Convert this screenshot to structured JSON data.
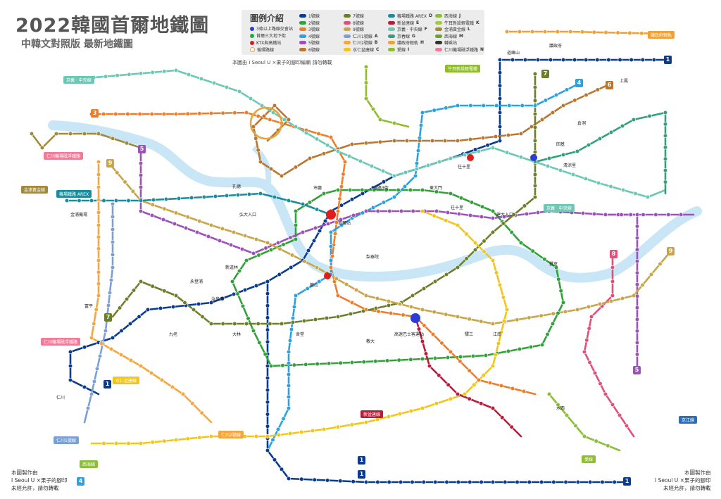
{
  "header": {
    "title": "2022韓國首爾地鐵圖",
    "subtitle": "中韓文對照版 最新地鐵圖",
    "credit_center": "本圖由 I Seoul U ×果子的腳印編輯 請勿轉載",
    "credit_left": [
      "本圖製作由",
      "I Seoul U ×果子的腳印",
      "未經允許，請勿轉載"
    ],
    "credit_right": [
      "本圖製作由",
      "I Seoul U ×果子的腳印",
      "未經允許，請勿轉載"
    ]
  },
  "legend": {
    "title": "圖例介紹",
    "symbols": [
      {
        "label": "3條以上路線交會站",
        "kind": "dot",
        "color": "#2b3bd6"
      },
      {
        "label": "首爾三大地下街",
        "kind": "dot",
        "color": "#16b04a"
      },
      {
        "label": "KTX與高鐵站",
        "kind": "dot",
        "color": "#e21b1b"
      },
      {
        "label": "循環路線",
        "kind": "ring",
        "color": "#e8a33a"
      }
    ],
    "lines": [
      {
        "label": "1號線",
        "color": "#0a3b8c"
      },
      {
        "label": "2號線",
        "color": "#33a13b"
      },
      {
        "label": "3號線",
        "color": "#ee7d29"
      },
      {
        "label": "4號線",
        "color": "#2aa2e0"
      },
      {
        "label": "5號線",
        "color": "#9b52b8"
      },
      {
        "label": "6號線",
        "color": "#b9762f"
      },
      {
        "label": "7號線",
        "color": "#6b7f2a"
      },
      {
        "label": "8號線",
        "color": "#e0507a"
      },
      {
        "label": "9號線",
        "color": "#c9a54a"
      },
      {
        "label": "仁川1號線",
        "color": "#7b9fd4",
        "badge": "A"
      },
      {
        "label": "仁川2號線",
        "color": "#f4a73e",
        "badge": "B"
      },
      {
        "label": "水仁盆唐線",
        "color": "#f2c519",
        "badge": "C"
      },
      {
        "label": "機場鐵路 AREX",
        "color": "#1a8c9b",
        "badge": "D"
      },
      {
        "label": "新盆唐線",
        "color": "#bb1c3a",
        "badge": "E"
      },
      {
        "label": "京義 · 中央線",
        "color": "#6cc7b5",
        "badge": "F"
      },
      {
        "label": "京春線",
        "color": "#2fa17b",
        "badge": "G"
      },
      {
        "label": "議政府輕軌",
        "color": "#f0a132",
        "badge": "H"
      },
      {
        "label": "愛線",
        "color": "#8fbd2d",
        "badge": "I"
      },
      {
        "label": "西海線",
        "color": "#8bbf3a",
        "badge": "J"
      },
      {
        "label": "牛耳新設輕電鐵",
        "color": "#a6c74a",
        "badge": "K"
      },
      {
        "label": "金浦黃金線",
        "color": "#a38a3a",
        "badge": "L"
      },
      {
        "label": "西海線",
        "color": "#6ea32b",
        "badge": "M"
      },
      {
        "label": "轉乘站",
        "color": "#333333",
        "badge": ""
      },
      {
        "label": "仁川機場磁浮鐵路",
        "color": "#f07c9a",
        "badge": "N"
      }
    ]
  },
  "line_tags": [
    {
      "text": "京義 · 中央線",
      "color": "#6cc7b5"
    },
    {
      "text": "牛耳新設輕電鐵",
      "color": "#8fbd2d"
    },
    {
      "text": "議政府輕軌",
      "color": "#f0a132"
    },
    {
      "text": "仁川機場磁浮鐵路",
      "color": "#f07c9a"
    },
    {
      "text": "金浦黃金線",
      "color": "#a38a3a"
    },
    {
      "text": "機場鐵路 AREX",
      "color": "#1a8c9b"
    },
    {
      "text": "仁川機場磁浮鐵路",
      "color": "#f07c9a"
    },
    {
      "text": "京春線",
      "color": "#2fa17b"
    },
    {
      "text": "京義 · 中央線",
      "color": "#6cc7b5"
    },
    {
      "text": "水仁盆唐線",
      "color": "#f2c519"
    },
    {
      "text": "仁川1號線",
      "color": "#7b9fd4"
    },
    {
      "text": "仁川2號線",
      "color": "#f4a73e"
    },
    {
      "text": "新盆唐線",
      "color": "#bb1c3a"
    },
    {
      "text": "西海線",
      "color": "#8bbf3a"
    },
    {
      "text": "京江線",
      "color": "#2a6fb8"
    },
    {
      "text": "愛線",
      "color": "#8fbd2d"
    }
  ],
  "line_badges": [
    "1",
    "1",
    "1",
    "3",
    "4",
    "5",
    "5",
    "6",
    "7",
    "7",
    "8",
    "9",
    "9",
    "4",
    "1",
    "1"
  ],
  "stations": [
    "首爾站",
    "市廳",
    "鐘路3街",
    "東大門",
    "往十里",
    "建大入口",
    "蠶室",
    "江南",
    "高速巴士客運站",
    "舍堂",
    "新道林",
    "永登浦",
    "金浦機場",
    "弘大入口",
    "梨泰院",
    "汝矣島",
    "龍山",
    "清涼里",
    "上鳳",
    "水西",
    "驛三",
    "教大",
    "大林",
    "九老",
    "富平",
    "仁川",
    "議政府",
    "道峰山",
    "倉洞",
    "回基",
    "孔德",
    "往十里"
  ]
}
